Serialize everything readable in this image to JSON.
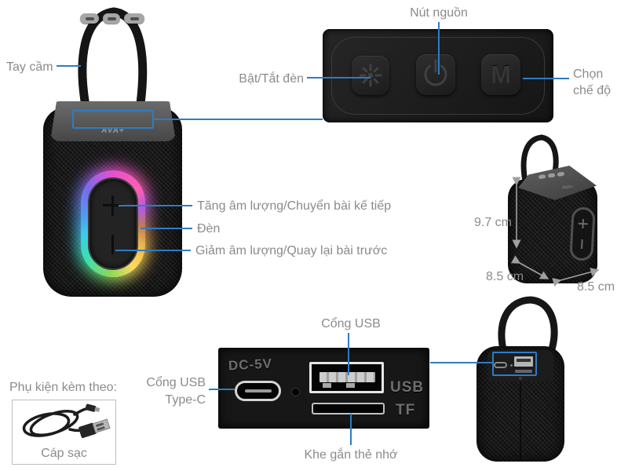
{
  "colors": {
    "label_gray": "#8b8b8b",
    "callout_blue": "#2e7cc3",
    "dimension_gray": "#a0a0a0",
    "background": "#ffffff"
  },
  "front_view": {
    "handle_label": "Tay cầm",
    "logo": "AVA+",
    "volume_up_label": "Tăng âm lượng/Chuyển bài kế tiếp",
    "light_label": "Đèn",
    "volume_down_label": "Giảm âm lượng/Quay lại bài trước"
  },
  "control_panel": {
    "power_label": "Nút nguồn",
    "light_toggle_label": "Bật/Tắt đèn",
    "mode_label": "Chọn chế độ",
    "mode_button_text": "M"
  },
  "size_view": {
    "height": "9.7 cm",
    "depth": "8.5 cm",
    "width": "8.5 cm"
  },
  "ports_view": {
    "usb_label": "Cổng USB",
    "usb_type_c_label": "Cổng USB Type-C",
    "memory_slot_label": "Khe gắn thẻ nhớ",
    "dc_engraving": "DC-5V",
    "usb_engraving": "USB",
    "tf_engraving": "TF"
  },
  "accessories": {
    "title": "Phụ kiện kèm theo:",
    "cable_label": "Cáp sạc"
  }
}
